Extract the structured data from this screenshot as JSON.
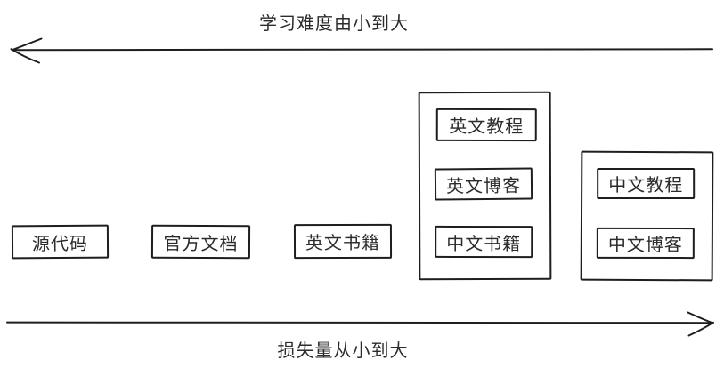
{
  "diagram": {
    "top_axis": {
      "label": "学习难度由小到大",
      "direction": "left"
    },
    "bottom_axis": {
      "label": "损失量从小到大",
      "direction": "right"
    },
    "standalone_boxes": [
      {
        "label": "源代码"
      },
      {
        "label": "官方文档"
      },
      {
        "label": "英文书籍"
      }
    ],
    "groups": [
      {
        "items": [
          {
            "label": "英文教程"
          },
          {
            "label": "英文博客"
          },
          {
            "label": "中文书籍"
          }
        ]
      },
      {
        "items": [
          {
            "label": "中文教程"
          },
          {
            "label": "中文博客"
          }
        ]
      }
    ],
    "colors": {
      "stroke": "#1e1e1e",
      "text": "#2b2b2b",
      "background": "#ffffff"
    }
  }
}
